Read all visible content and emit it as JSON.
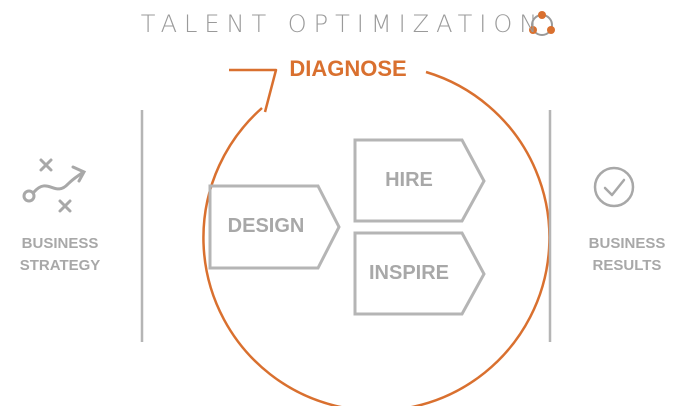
{
  "title": "TALENT OPTIMIZATION",
  "cycle": {
    "label": "DIAGNOSE"
  },
  "steps": {
    "design": "DESIGN",
    "hire": "HIRE",
    "inspire": "INSPIRE"
  },
  "left": {
    "line1": "BUSINESS",
    "line2": "STRATEGY"
  },
  "right": {
    "line1": "BUSINESS",
    "line2": "RESULTS"
  },
  "colors": {
    "accent": "#d9702f",
    "gray": "#a8a8a8"
  },
  "icons": {
    "left": "strategy-play-icon",
    "right": "checkmark-circle-icon",
    "title": "orbit-logo-icon"
  }
}
